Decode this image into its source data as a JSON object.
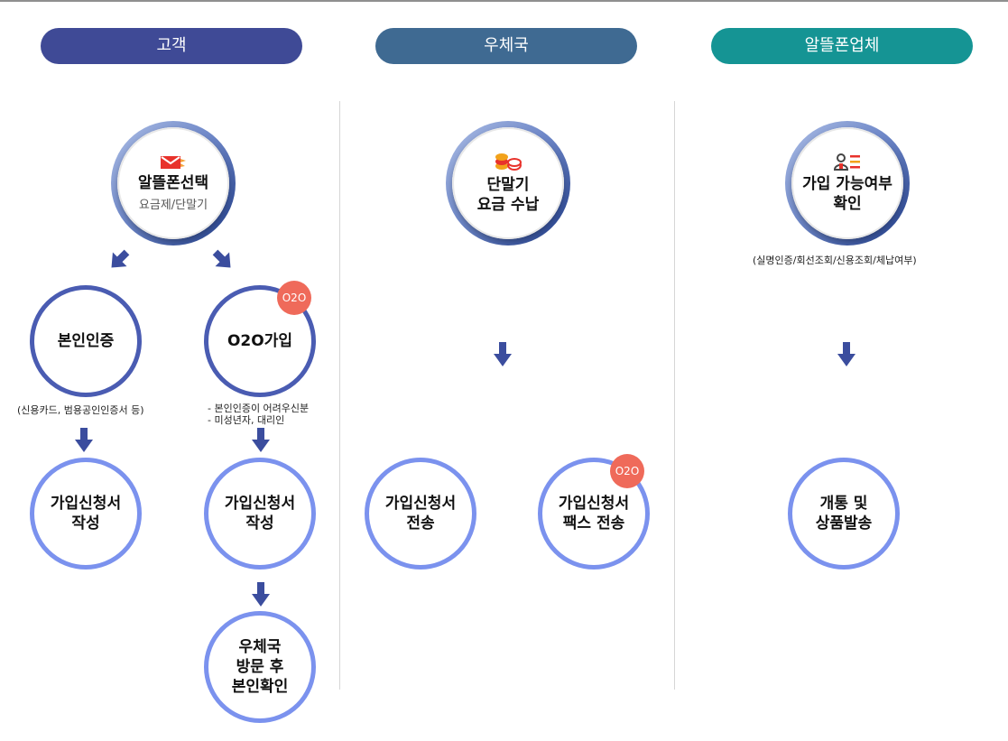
{
  "colors": {
    "customer_pill": "#3f4a96",
    "post_pill": "#3f6a92",
    "mvno_pill": "#159494",
    "ring_dark": "#4a5cb2",
    "ring_light": "#7b92ee",
    "arrow": "#3b4d9e",
    "badge": "#ef6a5a"
  },
  "columns": {
    "customer": {
      "title": "고객",
      "select": {
        "title": "알뜰폰선택",
        "subtitle": "요금제/단말기",
        "icon": "red-envelope-icon"
      },
      "verify": {
        "title": "본인인증",
        "note": "(신용카드, 범용공인인증서 등)"
      },
      "o2o": {
        "title": "O2O가입",
        "badge": "O2O",
        "note_line1": "- 본인인증이 어려우신분",
        "note_line2": "- 미성년자, 대리인"
      },
      "form_left": {
        "line1": "가입신청서",
        "line2": "작성"
      },
      "form_right": {
        "line1": "가입신청서",
        "line2": "작성"
      },
      "visit": {
        "line1": "우체국",
        "line2": "방문 후",
        "line3": "본인확인"
      }
    },
    "post": {
      "title": "우체국",
      "payment": {
        "line1": "단말기",
        "line2": "요금 수납",
        "icon": "coins-icon"
      },
      "send": {
        "line1": "가입신청서",
        "line2": "전송"
      },
      "fax": {
        "line1": "가입신청서",
        "line2": "팩스 전송",
        "badge": "O2O"
      }
    },
    "mvno": {
      "title": "알뜰폰업체",
      "check": {
        "line1": "가입 가능여부",
        "line2": "확인",
        "note": "(실명인증/회선조회/신용조회/체납여부)",
        "icon": "person-checklist-icon"
      },
      "activate": {
        "line1": "개통 및",
        "line2": "상품발송"
      }
    }
  }
}
